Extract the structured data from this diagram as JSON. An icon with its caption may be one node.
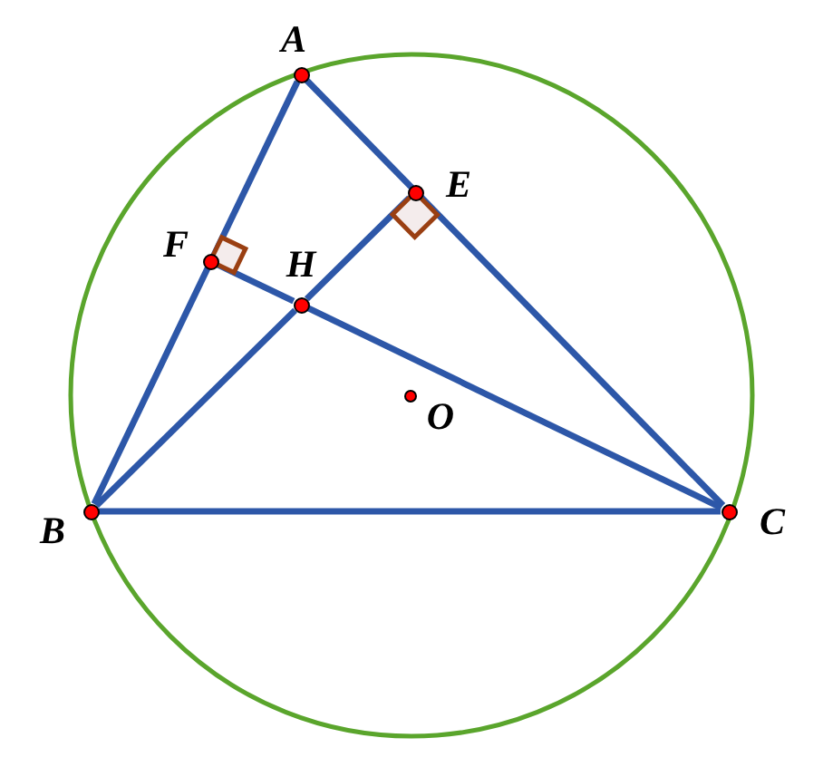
{
  "diagram": {
    "nodes": [
      {
        "text": [],
        "shape": "circle",
        "beside": [
          "A"
        ]
      },
      {
        "text": [],
        "shape": "circle",
        "beside": [
          "E"
        ]
      },
      {
        "text": [],
        "shape": "circle",
        "beside": [
          "F"
        ]
      },
      {
        "text": [],
        "shape": "circle",
        "beside": [
          "H"
        ]
      },
      {
        "text": [],
        "shape": "circle",
        "beside": [
          "O"
        ]
      },
      {
        "text": [],
        "shape": "circle",
        "beside": [
          "B"
        ]
      },
      {
        "text": [],
        "shape": "circle",
        "beside": [
          "C"
        ]
      }
    ],
    "edges": [
      {
        "from": 0,
        "to": 5,
        "arrow": "none"
      },
      {
        "from": 0,
        "to": 6,
        "arrow": "none"
      },
      {
        "from": 5,
        "to": 6,
        "arrow": "none"
      },
      {
        "from": 5,
        "to": 3,
        "arrow": "none"
      },
      {
        "from": 3,
        "to": 1,
        "arrow": "none"
      },
      {
        "from": 6,
        "to": 3,
        "arrow": "none"
      },
      {
        "from": 3,
        "to": 2,
        "arrow": "none"
      }
    ]
  }
}
